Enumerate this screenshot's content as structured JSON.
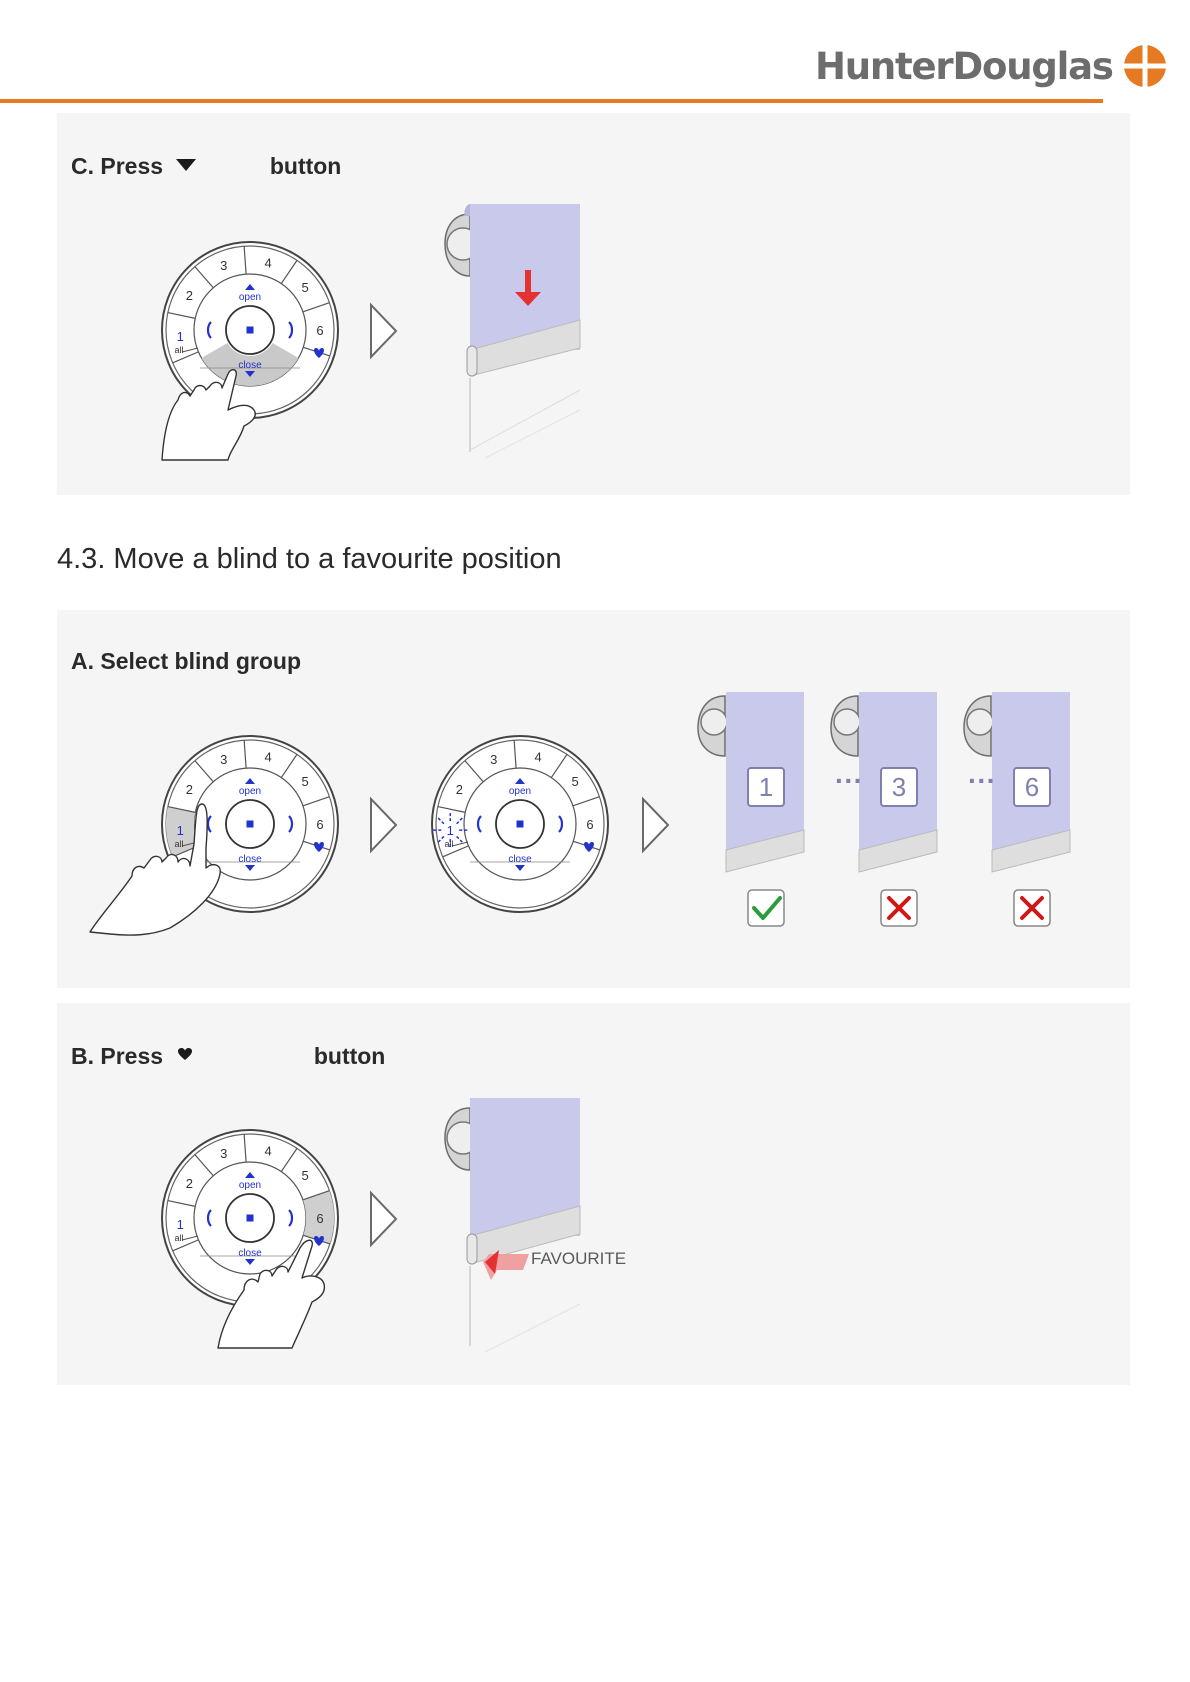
{
  "header": {
    "brand": "HunterDouglas",
    "accent_color": "#e57a22"
  },
  "step_c": {
    "label_before": "C. Press",
    "icon": "triangle-down-icon",
    "label_after": "button"
  },
  "section": {
    "title": "4.3. Move a blind to a favourite position"
  },
  "step_a": {
    "label": "A. Select blind group",
    "tiles": [
      {
        "number": "1",
        "status": "check-icon"
      },
      {
        "number": "3",
        "status": "cross-icon"
      },
      {
        "number": "6",
        "status": "cross-icon"
      }
    ],
    "ellipsis": "···"
  },
  "step_b": {
    "label_before": "B. Press",
    "icon": "heart-icon",
    "label_after": "button",
    "favourite_label": "FAVOURITE"
  },
  "remote": {
    "numbers": [
      "1",
      "2",
      "3",
      "4",
      "5",
      "6"
    ],
    "all": "all",
    "open": "open",
    "close": "close"
  }
}
